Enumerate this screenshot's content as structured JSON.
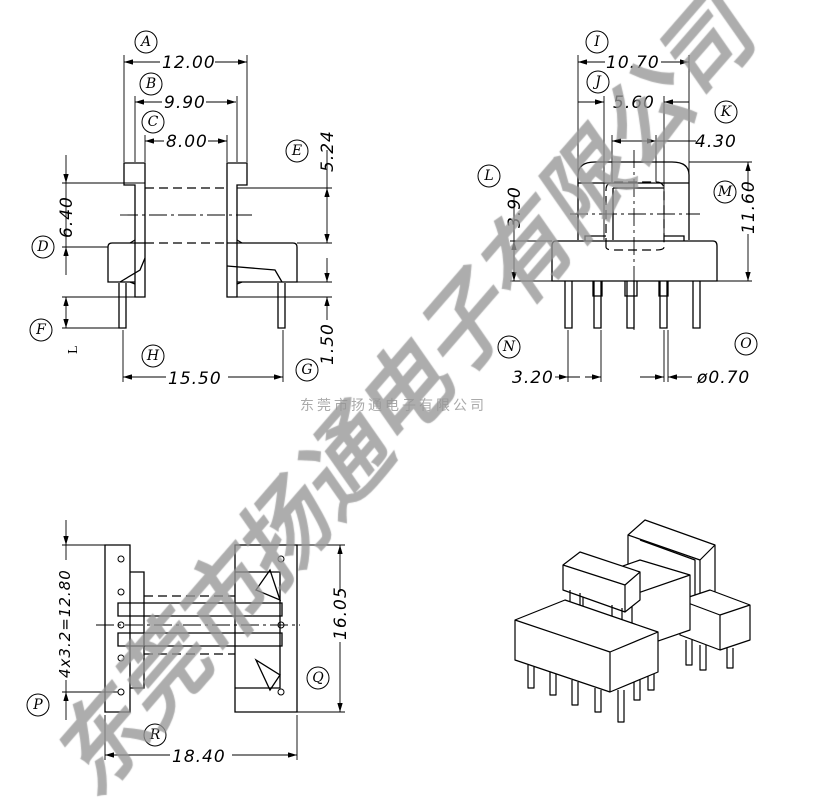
{
  "watermark": {
    "large": "东莞市扬通电子有限公司",
    "small": "东莞市扬通电子有限公司"
  },
  "front_view": {
    "labels": {
      "A": "A",
      "B": "B",
      "C": "C",
      "D": "D",
      "E": "E",
      "F": "F",
      "G": "G",
      "H": "H",
      "L": "L"
    },
    "dims": {
      "A": "12.00",
      "B": "9.90",
      "C": "8.00",
      "D": "6.40",
      "E": "5.24",
      "G": "1.50",
      "H": "15.50"
    }
  },
  "side_view": {
    "labels": {
      "I": "I",
      "J": "J",
      "K": "K",
      "L": "L",
      "M": "M",
      "N": "N",
      "O": "O"
    },
    "dims": {
      "I": "10.70",
      "J": "5.60",
      "K": "4.30",
      "L": "3.90",
      "M": "11.60",
      "N": "3.20",
      "O": "ø0.70"
    }
  },
  "bottom_view": {
    "labels": {
      "P": "P",
      "Q": "Q",
      "R": "R"
    },
    "dims": {
      "P": "4x3.2=12.80",
      "Q": "16.05",
      "R": "18.40"
    }
  }
}
